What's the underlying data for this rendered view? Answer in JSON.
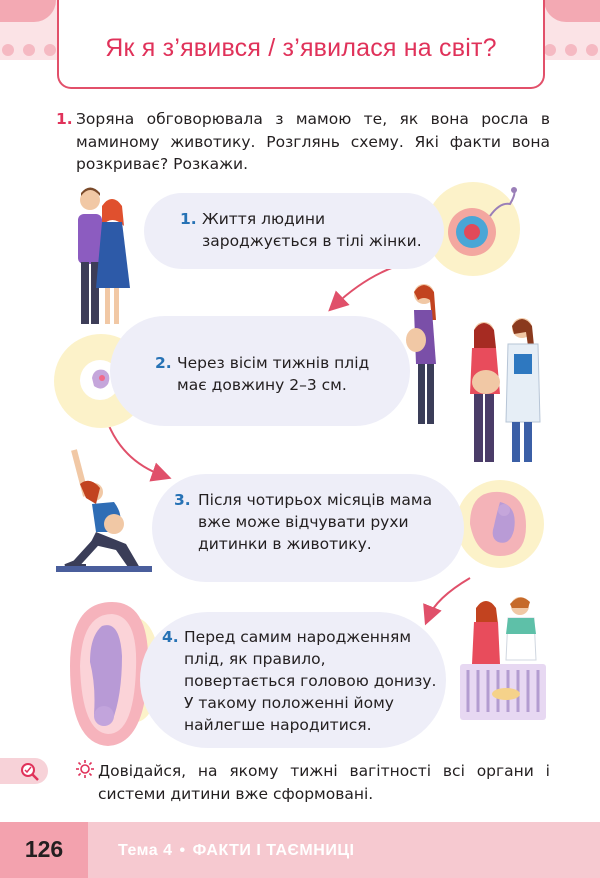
{
  "header": {
    "title": "Як я з’явився / з’явилася на світ?"
  },
  "task": {
    "number": "1.",
    "text": "Зоряна обговорювала з мамою те, як вона росла в маминому животику. Розглянь схему. Які факти вона розкриває? Розкажи."
  },
  "steps": [
    {
      "number": "1.",
      "text": "Життя людини зароджується в тілі жінки."
    },
    {
      "number": "2.",
      "text": "Через вісім тижнів плід має довжину 2–3 см."
    },
    {
      "number": "3.",
      "text": "Після чотирьох місяців мама вже може відчувати рухи дитинки в животику."
    },
    {
      "number": "4.",
      "text": "Перед самим народженням плід, як правило, повертається головою донизу. У такому положенні йому найлегше народитися."
    }
  ],
  "research": {
    "text": "Довідайся, на якому тижні вагітності всі органи і системи дитини вже сформовані."
  },
  "footer": {
    "page_number": "126",
    "topic_label": "Тема 4",
    "dot": "•",
    "topic_title": "ФАКТИ І ТАЄМНИЦІ"
  },
  "colors": {
    "accent": "#e0325a",
    "number_blue": "#2672b5",
    "bubble": "#eeeef8",
    "arrow": "#e0506a"
  }
}
